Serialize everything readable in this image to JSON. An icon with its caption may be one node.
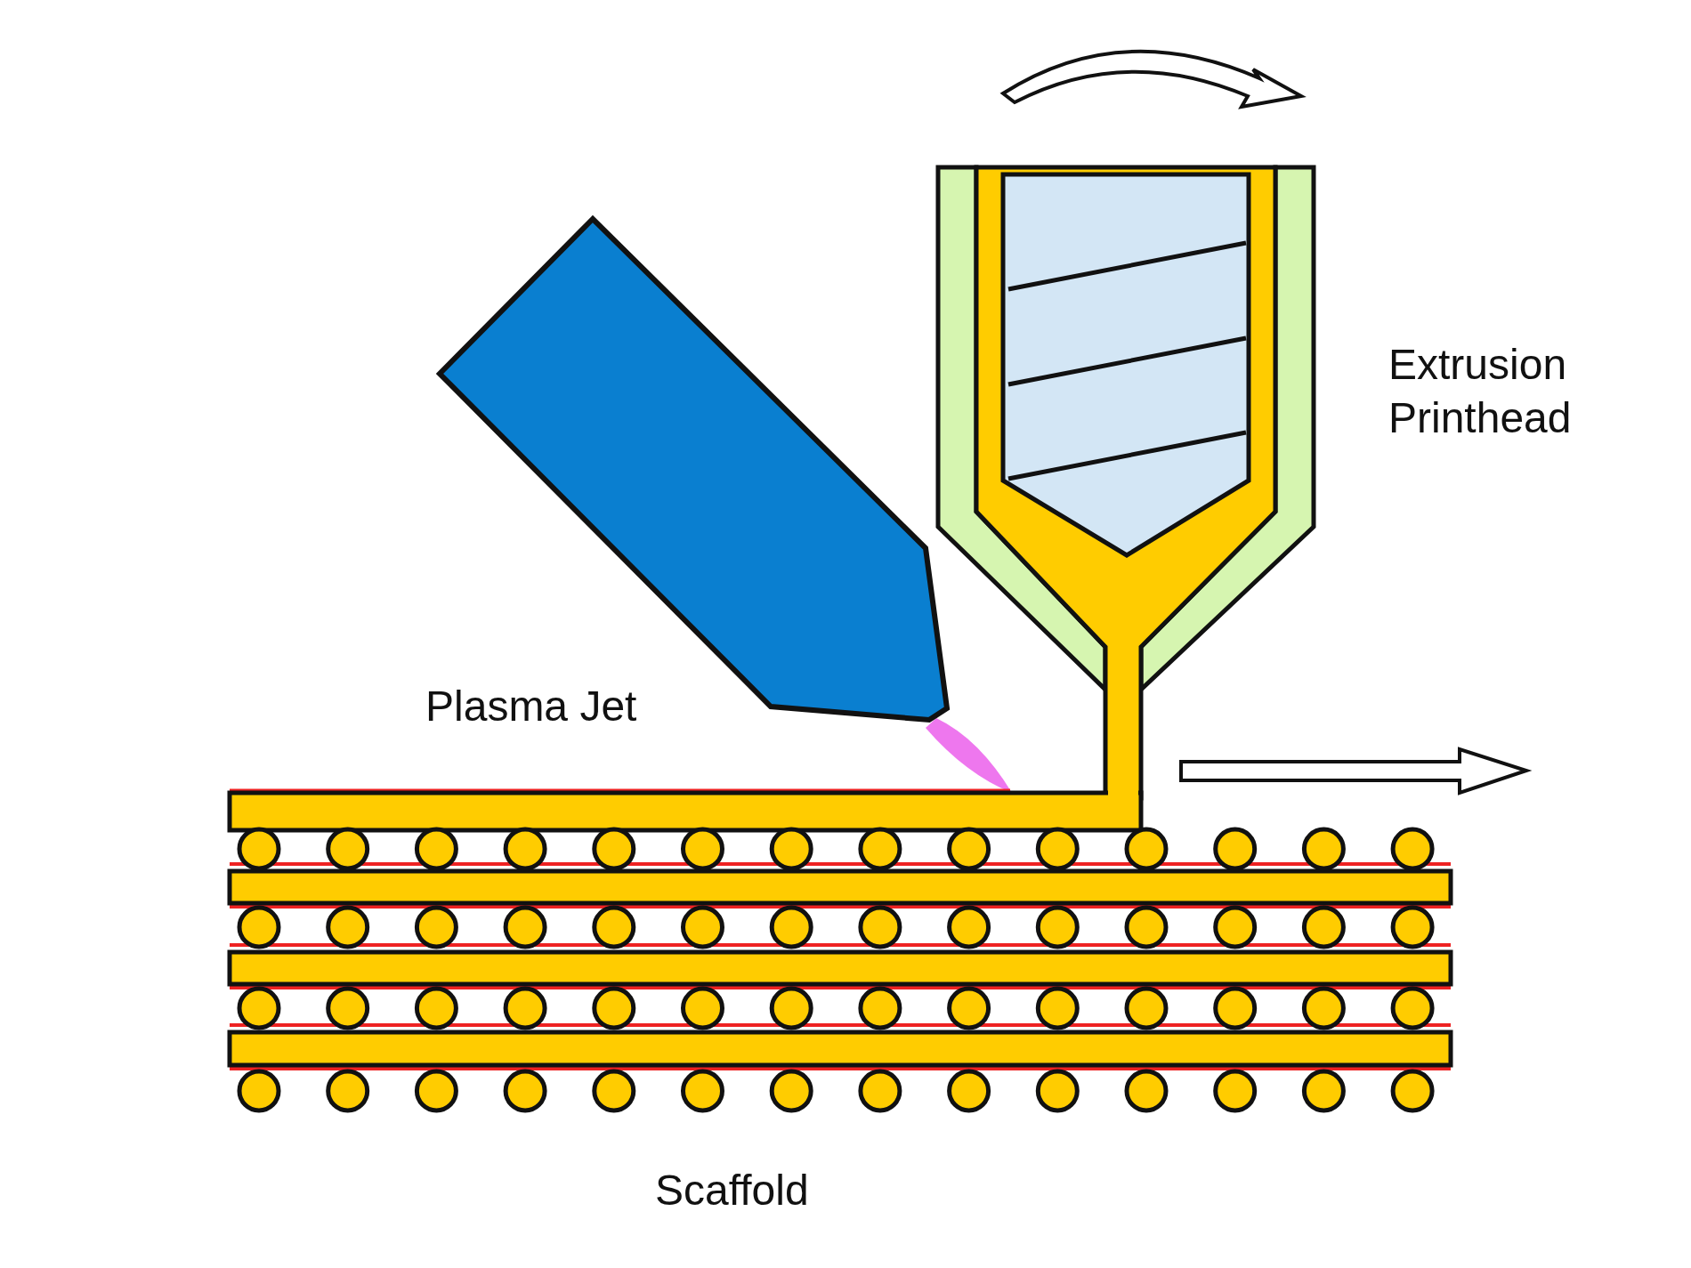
{
  "diagram": {
    "labels": [
      "Extrusion Printhead",
      "Plasma Jet",
      "Scaffold"
    ]
  }
}
